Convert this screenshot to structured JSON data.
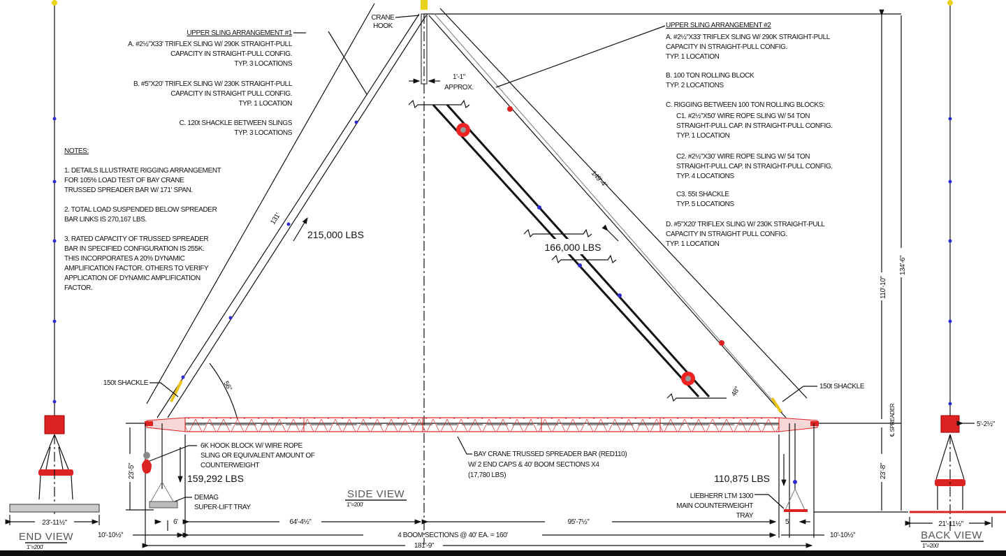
{
  "hook": {
    "line1": "CRANE",
    "line2": "HOOK",
    "gap": "1'-1\"",
    "gap_note": "APPROX."
  },
  "upper_sling_1": {
    "title": "UPPER SLING ARRANGEMENT #1",
    "lines": [
      "A. #2½\"X33' TRIFLEX SLING W/ 290K STRAIGHT-PULL",
      "CAPACITY IN STRAIGHT-PULL CONFIG.",
      "TYP. 3 LOCATIONS",
      "B. #5\"X20' TRIFLEX SLING W/ 230K STRAIGHT-PULL",
      "CAPACITY IN STRAIGHT PULL CONFIG.",
      "TYP. 1 LOCATION",
      "C. 120t SHACKLE BETWEEN SLINGS",
      "TYP. 3 LOCATIONS"
    ]
  },
  "upper_sling_2": {
    "title": "UPPER SLING ARRANGEMENT #2",
    "lines": [
      "A. #2½\"X33' TRIFLEX SLING W/ 290K STRAIGHT-PULL",
      "CAPACITY IN STRAIGHT-PULL CONFIG.",
      "TYP. 1 LOCATION",
      "B. 100 TON ROLLING BLOCK",
      "TYP. 2 LOCATIONS",
      "C. RIGGING BETWEEN 100 TON ROLLING BLOCKS:",
      "C1. #2½\"X50' WIRE ROPE SLING W/ 54 TON",
      "STRAIGHT-PULL CAP. IN STRAIGHT-PULL CONFIG.",
      "TYP. 1 LOCATION",
      "C2. #2½\"X30' WIRE ROPE SLING W/ 54 TON",
      "STRAIGHT-PULL CAP. IN STRAIGHT-PULL CONFIG.",
      "TYP. 4 LOCATIONS",
      "C3. 55t SHACKLE",
      "TYP. 5 LOCATIONS",
      "D. #5\"X20' TRIFLEX SLING W/ 230K STRAIGHT-PULL",
      "CAPACITY IN STRAIGHT PULL CONFIG.",
      "TYP. 1 LOCATION"
    ]
  },
  "notes": {
    "title": "NOTES:",
    "lines": [
      "1. DETAILS ILLUSTRATE RIGGING ARRANGEMENT",
      "FOR 105% LOAD TEST OF BAY CRANE",
      "TRUSSED SPREADER BAR W/ 171' SPAN.",
      "2. TOTAL LOAD SUSPENDED BELOW SPREADER",
      "BAR LINKS IS 270,167 LBS.",
      "3. RATED CAPACITY OF TRUSSED SPREADER",
      "BAR IN SPECIFIED CONFIGURATION IS 255K.",
      "THIS INCORPORATES A 20% DYNAMIC",
      "AMPLIFICATION FACTOR.  OTHERS TO VERIFY",
      "APPLICATION OF DYNAMIC AMPLIFICATION",
      "FACTOR."
    ]
  },
  "loads": {
    "left_sling": "215,000 LBS",
    "right_sling": "166,000 LBS",
    "left_down": "159,292 LBS",
    "right_down": "110,875 LBS"
  },
  "callouts": {
    "shackle_left": "150t SHACKLE",
    "shackle_right": "150t SHACKLE",
    "hook_block": [
      "6K HOOK BLOCK W/ WIRE ROPE",
      "SLING OR EQUIVALENT AMOUNT OF",
      "COUNTERWEIGHT"
    ],
    "demag": [
      "DEMAG",
      "SUPER-LIFT TRAY"
    ],
    "spreader": [
      "BAY CRANE TRUSSED SPREADER BAR (RED110)",
      "W/ 2 END CAPS & 40' BOOM SECTIONS X4",
      "(17,780 LBS)"
    ],
    "liebherr": [
      "LIEBHERR LTM 1300",
      "MAIN COUNTERWEIGHT",
      "TRAY"
    ],
    "spreader_cl": "℄ SPREADER"
  },
  "dimensions": {
    "left_sling_len": "131'",
    "right_sling_len": "149'-4\"",
    "left_angle": "56°",
    "right_angle": "48°",
    "h_110": "110'-10\"",
    "h_134": "134'-6\"",
    "left_drop": "23'-5\"",
    "right_drop": "23'-8\"",
    "end_view_width": "23'-11½\"",
    "back_view_width": "21'-11½\"",
    "back_view_box": "5'-2½\"",
    "left_overhang": "10'-10½\"",
    "right_overhang": "10'-10½\"",
    "left_tray_offset": "6'",
    "right_tray_offset": "5'",
    "left_to_center": "64'-4½\"",
    "center_to_right": "95'-7½\"",
    "boom_sections": "4 BOOM SECTIONS @ 40' EA. = 160'",
    "overall": "181'-9\""
  },
  "views": {
    "side": {
      "title": "SIDE VIEW",
      "scale": "1\"=200'"
    },
    "end": {
      "title": "END VIEW",
      "scale": "1\"=200'"
    },
    "back": {
      "title": "BACK VIEW",
      "scale": "1\"=200'"
    }
  }
}
